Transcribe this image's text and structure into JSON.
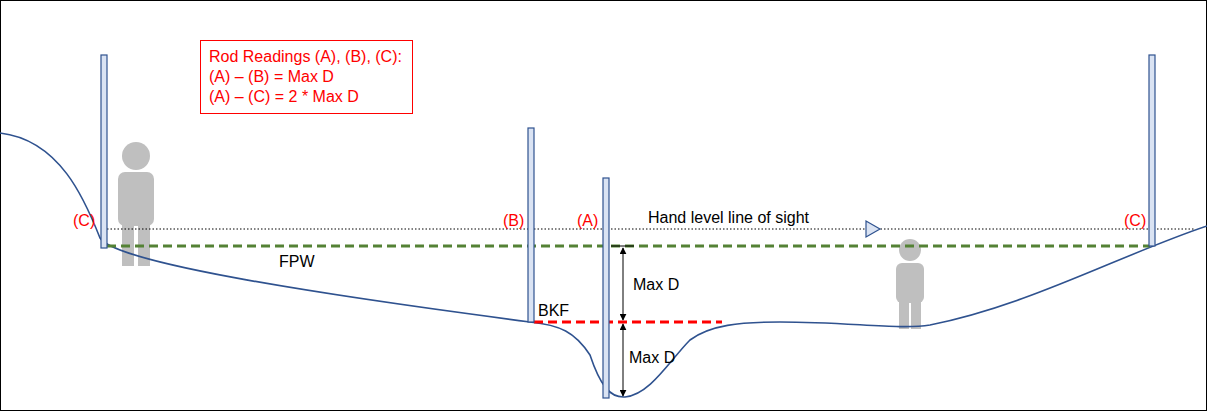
{
  "diagram": {
    "nodes": [
      {
        "text": [
          "Rod Readings (A), (B), (C):",
          "(A) – (B) = Max D",
          "(A) – (C) = 2 * Max D"
        ]
      }
    ],
    "labels": [
      "(C)",
      "(B)",
      "(A)",
      "Hand level line of sight",
      "(C)",
      "FPW",
      "BKF",
      "Max D",
      "Max D"
    ]
  }
}
